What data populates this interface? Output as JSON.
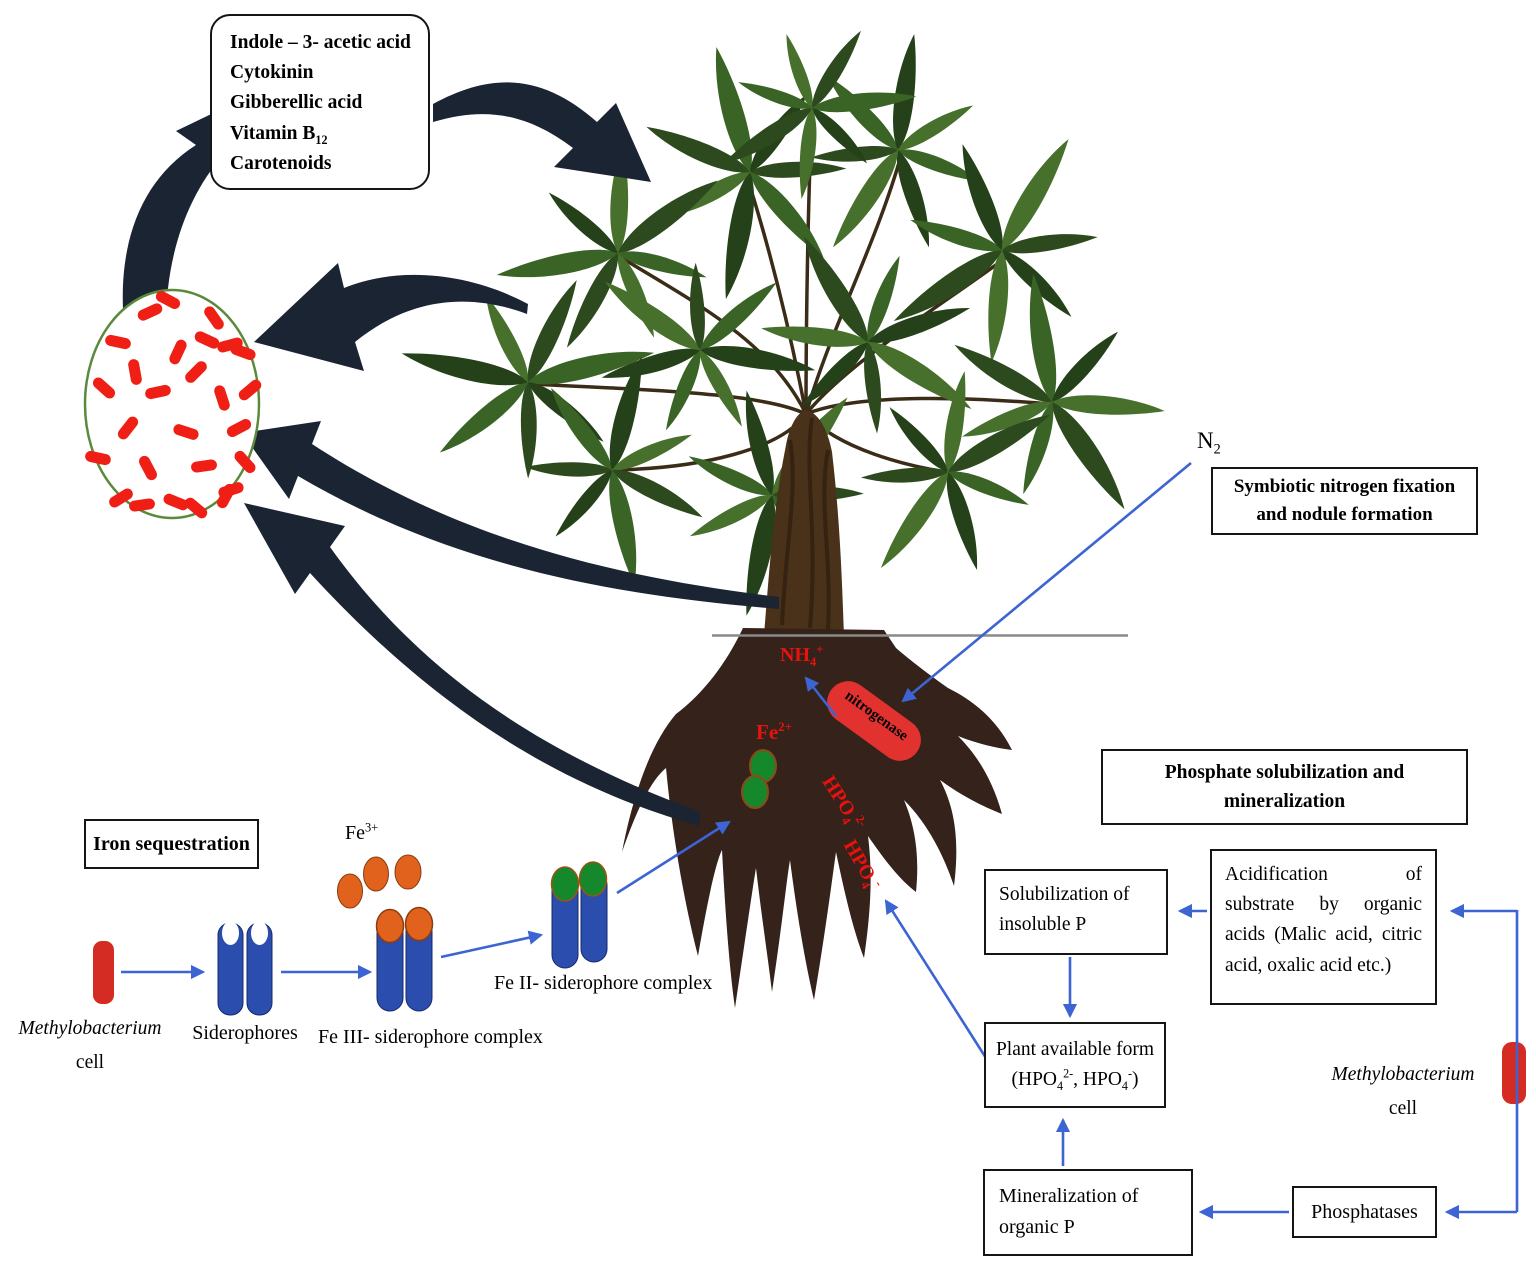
{
  "hormone_box": {
    "line1": "Indole – 3- acetic acid",
    "line2": "Cytokinin",
    "line3": "Gibberellic acid",
    "vitamin_base": "Vitamin B",
    "vitamin_sub": "12",
    "line5": "Carotenoids"
  },
  "nitrogen": {
    "n_base": "N",
    "n_sub": "2",
    "box_line1": "Symbiotic nitrogen fixation",
    "box_line2": "and nodule formation",
    "nitrogenase": "nitrogenase",
    "nh_base": "NH",
    "nh_sub": "4",
    "nh_sup": "+"
  },
  "iron": {
    "box_title": "Iron sequestration",
    "cell_name": "Methylobacterium",
    "cell_word": "cell",
    "siderophores": "Siderophores",
    "fe3_base": "Fe",
    "fe3_sup": "3+",
    "fe2_base": "Fe",
    "fe2_sup": "2+",
    "fe3_complex": "Fe III- siderophore complex",
    "fe2_complex": "Fe II- siderophore complex"
  },
  "phosphate": {
    "box_line1": "Phosphate solubilization and",
    "box_line2": "mineralization",
    "solubilization_line1": "Solubilization of",
    "solubilization_line2": "insoluble P",
    "acidification": "Acidification of substrate by organic acids (Malic acid, citric acid, oxalic acid etc.)",
    "plant_available_line1": "Plant available form",
    "pa_open": "(HPO",
    "pa_sub1": "4",
    "pa_sup1": "2-",
    "pa_mid": ", HPO",
    "pa_sub2": "4",
    "pa_sup2": "-",
    "pa_close": ")",
    "mineralization_line1": "Mineralization of",
    "mineralization_line2": "organic P",
    "phosphatases": "Phosphatases",
    "cell_name": "Methylobacterium",
    "cell_word": "cell",
    "hpo42_base": "HPO",
    "hpo42_sub": "4",
    "hpo42_sup": "2-",
    "hpo4_base": "HPO",
    "hpo4_sub": "4",
    "hpo4_sup": "-"
  },
  "colors": {
    "bacteria_red": "#f01f16",
    "capsule_red": "#d42b22",
    "nitrogenase_red": "#e23230",
    "tube_blue": "#2b4dad",
    "iron_orange": "#e0621c",
    "fe2_green": "#15882b",
    "arrow_black": "#1b2433",
    "arrow_blue": "#3c64d2",
    "label_red": "#e8120e",
    "circle_green": "#5b8a3c",
    "root_brown": "#35221a",
    "trunk_brown": "#4a3119"
  }
}
